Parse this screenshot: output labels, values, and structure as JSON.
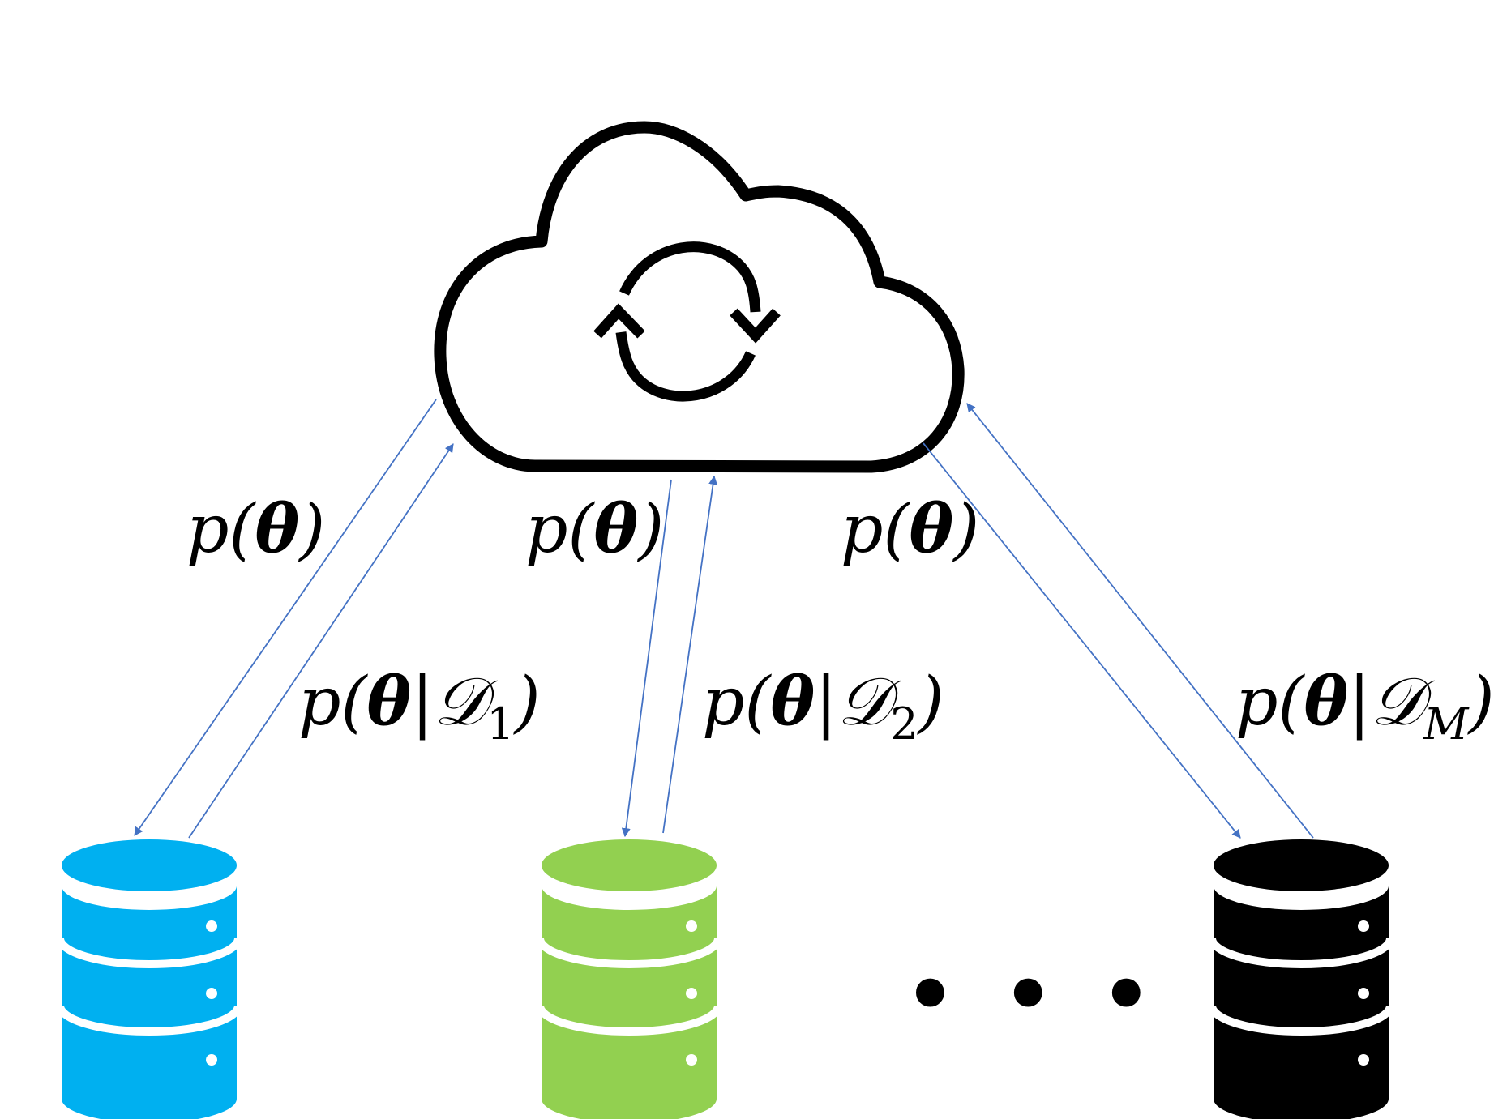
{
  "labels": {
    "prior_1": {
      "p": "p",
      "open": "(",
      "theta": "θ",
      "close": ")"
    },
    "prior_2": {
      "p": "p",
      "open": "(",
      "theta": "θ",
      "close": ")"
    },
    "prior_3": {
      "p": "p",
      "open": "(",
      "theta": "θ",
      "close": ")"
    },
    "posterior_1": {
      "p": "p",
      "open": "(",
      "theta": "θ",
      "bar": "|",
      "D": "𝒟",
      "sub": "1",
      "close": ")"
    },
    "posterior_2": {
      "p": "p",
      "open": "(",
      "theta": "θ",
      "bar": "|",
      "D": "𝒟",
      "sub": "2",
      "close": ")"
    },
    "posterior_M": {
      "p": "p",
      "open": "(",
      "theta": "θ",
      "bar": "|",
      "D": "𝒟",
      "sub": "M",
      "close": ")"
    }
  },
  "ellipsis": "• • •",
  "colors": {
    "arrow": "#4472C4",
    "db_1": "#00B0F0",
    "db_2": "#92D050",
    "db_M": "#000000",
    "cloud_stroke": "#000000"
  },
  "icons": {
    "server": "cloud-icon",
    "sync": "sync-icon",
    "client": "database-icon"
  }
}
